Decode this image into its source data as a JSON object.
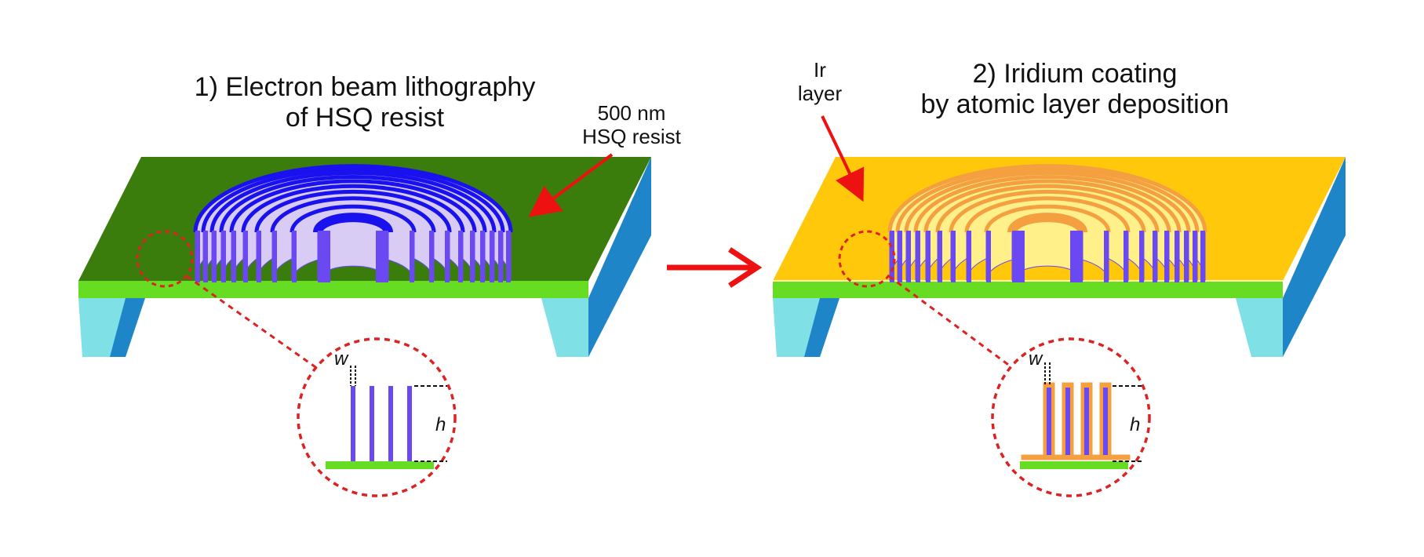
{
  "panel1": {
    "title_line1": "1) Electron beam lithography",
    "title_line2": "of HSQ resist",
    "annotation_line1": "500 nm",
    "annotation_line2": "HSQ resist",
    "zoom_w": "w",
    "zoom_h": "h"
  },
  "panel2": {
    "title_line1": "2) Iridium coating",
    "title_line2": "by atomic layer deposition",
    "annotation_line1": "Ir",
    "annotation_line2": "layer",
    "zoom_w": "w",
    "zoom_h": "h"
  },
  "colors": {
    "substrate_top_1": "#3b7d0c",
    "substrate_top_2": "#ffc80a",
    "membrane": "#66dd22",
    "side": "#1e86c8",
    "support": "#7fe0e6",
    "hsq_face": "#cfc2ee",
    "hsq_rim": "#1a12ee",
    "hsq_wall": "#6a48f2",
    "ir_face": "#fff08a",
    "ir_rim": "#f5a040",
    "arrow": "#ee1111",
    "zoom_circle": "#dd2222"
  }
}
